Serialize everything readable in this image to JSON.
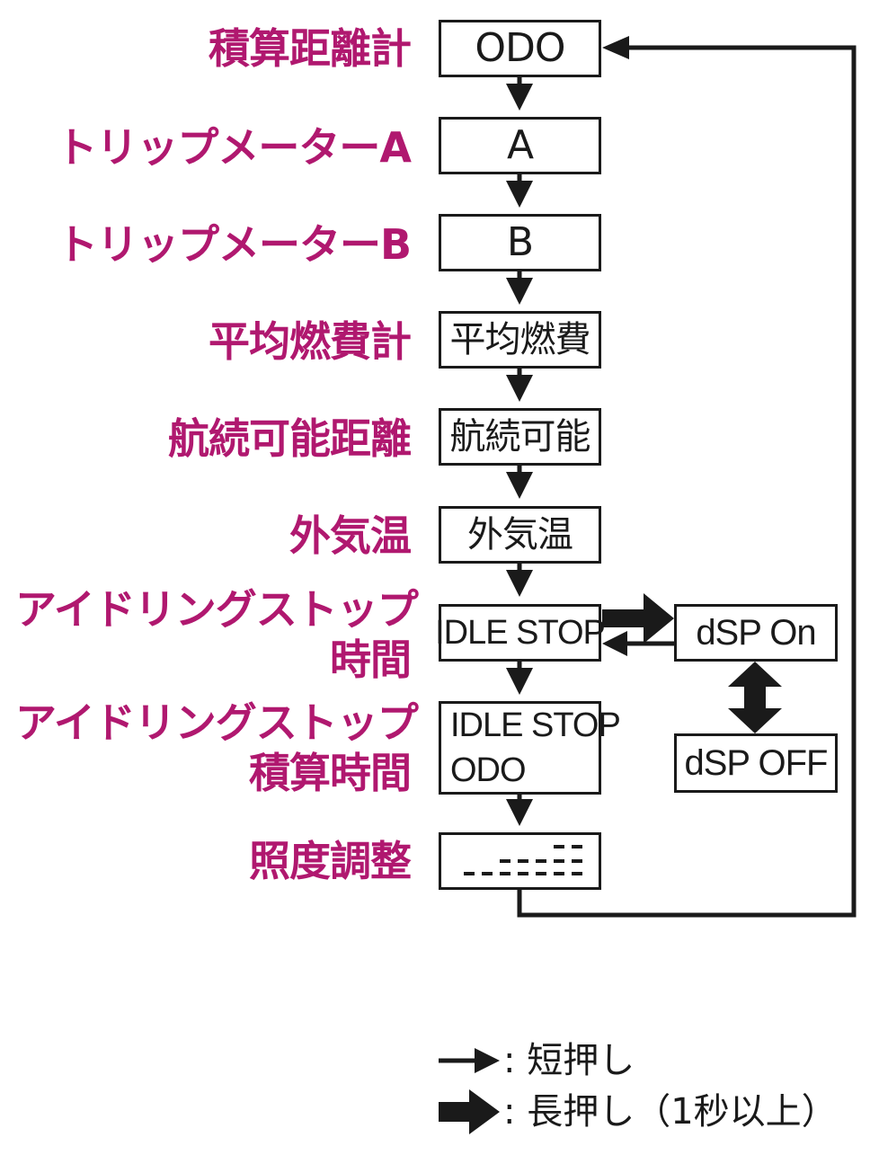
{
  "labels": {
    "odo": "積算距離計",
    "trip_a": "トリップメーターA",
    "trip_b": "トリップメーターB",
    "avg_fuel": "平均燃費計",
    "range": "航続可能距離",
    "outside_temp": "外気温",
    "idle_stop_time_l1": "アイドリングストップ",
    "idle_stop_time_l2": "時間",
    "idle_stop_total_l1": "アイドリングストップ",
    "idle_stop_total_l2": "積算時間",
    "brightness": "照度調整"
  },
  "boxes": {
    "odo": "ODO",
    "trip_a": "A",
    "trip_b": "B",
    "avg_fuel": "平均燃費",
    "range": "航続可能",
    "outside_temp": "外気温",
    "idle_stop": "IDLE STOP",
    "idle_stop_odo_l1": "IDLE STOP",
    "idle_stop_odo_l2": "ODO",
    "dsp_on": "dSP On",
    "dsp_off": "dSP OFF"
  },
  "legend": {
    "short_press": ": 短押し",
    "long_press": ": 長押し（1秒以上）"
  },
  "colors": {
    "label": "#b0186f",
    "line": "#1a1a1a"
  }
}
